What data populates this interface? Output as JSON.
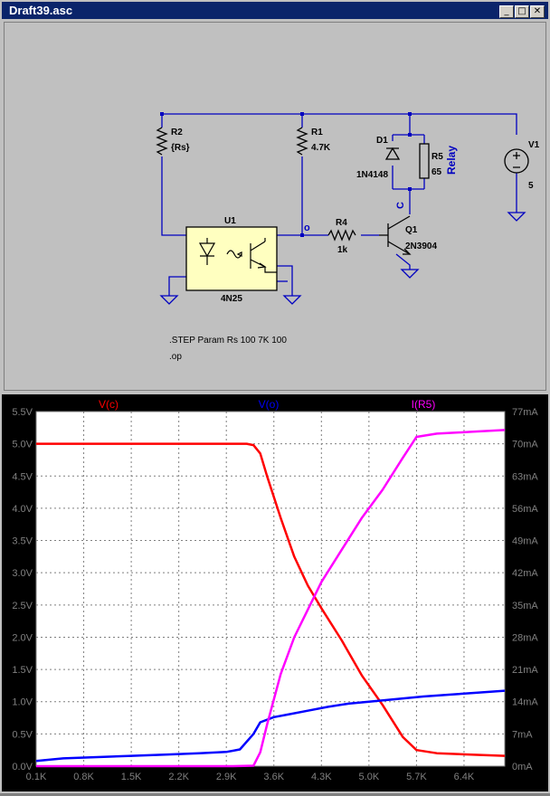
{
  "window": {
    "title": "Draft39.asc",
    "buttons": [
      "_",
      "□",
      "✕"
    ]
  },
  "schematic": {
    "components": {
      "r2": {
        "name": "R2",
        "value": "{Rs}"
      },
      "r1": {
        "name": "R1",
        "value": "4.7K"
      },
      "d1": {
        "name": "D1",
        "value": "1N4148"
      },
      "r5": {
        "name": "R5",
        "value": "65"
      },
      "relay_label": "Relay",
      "v1": {
        "name": "V1",
        "value": "5"
      },
      "u1": {
        "name": "U1",
        "value": "4N25"
      },
      "r4": {
        "name": "R4",
        "value": "1k"
      },
      "q1": {
        "name": "Q1",
        "value": "2N3904"
      }
    },
    "net_labels": {
      "o": "o",
      "c": "C"
    },
    "directives": [
      ".STEP Param Rs 100 7K 100",
      ".op"
    ],
    "colors": {
      "wire": "#0000c0",
      "component": "#000000",
      "optocoupler_fill": "#ffffc0"
    }
  },
  "chart_data": {
    "type": "line",
    "traces": [
      {
        "name": "V(c)",
        "color": "#ff0000",
        "axis": "left",
        "x": [
          100,
          500,
          1000,
          1500,
          2000,
          2500,
          3000,
          3200,
          3300,
          3400,
          3500,
          3700,
          3900,
          4100,
          4300,
          4600,
          4900,
          5200,
          5500,
          5700,
          6000,
          6500,
          7000
        ],
        "y": [
          5.0,
          5.0,
          5.0,
          5.0,
          5.0,
          5.0,
          5.0,
          5.0,
          4.98,
          4.85,
          4.5,
          3.85,
          3.25,
          2.8,
          2.45,
          1.95,
          1.4,
          0.95,
          0.45,
          0.25,
          0.2,
          0.18,
          0.16
        ]
      },
      {
        "name": "V(o)",
        "color": "#0000ff",
        "axis": "left",
        "x": [
          100,
          500,
          1000,
          1500,
          2000,
          2500,
          2900,
          3100,
          3300,
          3400,
          3600,
          3800,
          4100,
          4400,
          4700,
          5000,
          5400,
          5800,
          6200,
          6600,
          7000
        ],
        "y": [
          0.08,
          0.12,
          0.14,
          0.16,
          0.18,
          0.2,
          0.22,
          0.26,
          0.5,
          0.68,
          0.76,
          0.8,
          0.86,
          0.92,
          0.97,
          1.0,
          1.04,
          1.08,
          1.11,
          1.14,
          1.17
        ]
      },
      {
        "name": "I(R5)",
        "color": "#ff00ff",
        "axis": "right",
        "x": [
          100,
          500,
          1000,
          1500,
          2000,
          2500,
          3000,
          3300,
          3400,
          3500,
          3700,
          3900,
          4100,
          4300,
          4600,
          4900,
          5200,
          5500,
          5700,
          6000,
          6500,
          7000
        ],
        "y": [
          0,
          0,
          0,
          0,
          0,
          0,
          0,
          0.1,
          3,
          9,
          20,
          28,
          34,
          40,
          47,
          54,
          60,
          67,
          71.5,
          72.2,
          72.6,
          73
        ]
      }
    ],
    "x_ticks": [
      "0.1K",
      "0.8K",
      "1.5K",
      "2.2K",
      "2.9K",
      "3.6K",
      "4.3K",
      "5.0K",
      "5.7K",
      "6.4K"
    ],
    "x_tick_values": [
      100,
      800,
      1500,
      2200,
      2900,
      3600,
      4300,
      5000,
      5700,
      6400
    ],
    "xlim": [
      100,
      7000
    ],
    "left_ticks": [
      "0.0V",
      "0.5V",
      "1.0V",
      "1.5V",
      "2.0V",
      "2.5V",
      "3.0V",
      "3.5V",
      "4.0V",
      "4.5V",
      "5.0V",
      "5.5V"
    ],
    "left_tick_values": [
      0,
      0.5,
      1.0,
      1.5,
      2.0,
      2.5,
      3.0,
      3.5,
      4.0,
      4.5,
      5.0,
      5.5
    ],
    "ylim_left": [
      0,
      5.5
    ],
    "right_ticks": [
      "0mA",
      "7mA",
      "14mA",
      "21mA",
      "28mA",
      "35mA",
      "42mA",
      "49mA",
      "56mA",
      "63mA",
      "70mA",
      "77mA"
    ],
    "right_tick_values": [
      0,
      7,
      14,
      21,
      28,
      35,
      42,
      49,
      56,
      63,
      70,
      77
    ],
    "ylim_right": [
      0,
      77
    ],
    "grid": true,
    "legend": "top"
  }
}
